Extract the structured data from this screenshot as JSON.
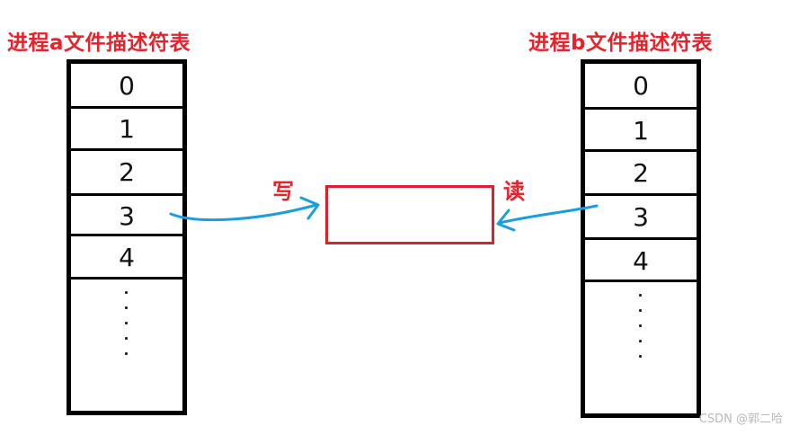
{
  "process_a": {
    "title": "进程a文件描述符表",
    "rows": [
      "0",
      "1",
      "2",
      "3",
      "4"
    ]
  },
  "process_b": {
    "title": "进程b文件描述符表",
    "rows": [
      "0",
      "1",
      "2",
      "3",
      "4"
    ]
  },
  "buffer": {
    "write_label": "写",
    "read_label": "读"
  },
  "watermark": "CSDN @郭二哈",
  "colors": {
    "title": "#e8222b",
    "buffer_border": "#e02028",
    "arrow": "#1a9ee0",
    "table_border": "#000000"
  }
}
